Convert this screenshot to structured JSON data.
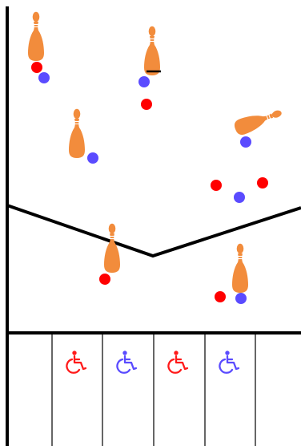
{
  "scene": {
    "background": "#ffffff",
    "colors": {
      "line": "#000000",
      "stall_divider": "#000000",
      "pin_body": "#f28c3c",
      "pin_stripe": "#ffffff",
      "ball_red": "#ff0000",
      "ball_blue": "#5a4bff",
      "accessible_red": "#ff1a1a",
      "accessible_blue": "#5a4bff"
    }
  },
  "pins": [
    {
      "name": "pin-1",
      "orientation": "upright"
    },
    {
      "name": "pin-2",
      "orientation": "upright"
    },
    {
      "name": "pin-3",
      "orientation": "upright"
    },
    {
      "name": "pin-4",
      "orientation": "tilted"
    },
    {
      "name": "pin-5",
      "orientation": "upright"
    },
    {
      "name": "pin-6",
      "orientation": "upright"
    }
  ],
  "balls": [
    {
      "name": "ball-1",
      "color": "red"
    },
    {
      "name": "ball-2",
      "color": "blue"
    },
    {
      "name": "ball-3",
      "color": "blue"
    },
    {
      "name": "ball-4",
      "color": "red"
    },
    {
      "name": "ball-5",
      "color": "blue"
    },
    {
      "name": "ball-6",
      "color": "blue"
    },
    {
      "name": "ball-7",
      "color": "red"
    },
    {
      "name": "ball-8",
      "color": "blue"
    },
    {
      "name": "ball-9",
      "color": "red"
    },
    {
      "name": "ball-10",
      "color": "red"
    },
    {
      "name": "ball-11",
      "color": "red"
    },
    {
      "name": "ball-12",
      "color": "blue"
    }
  ],
  "stalls": [
    {
      "name": "stall-1",
      "icon": "none"
    },
    {
      "name": "stall-2",
      "icon": "wheelchair-icon",
      "icon_color": "red"
    },
    {
      "name": "stall-3",
      "icon": "wheelchair-icon",
      "icon_color": "blue"
    },
    {
      "name": "stall-4",
      "icon": "wheelchair-icon",
      "icon_color": "red"
    },
    {
      "name": "stall-5",
      "icon": "wheelchair-icon",
      "icon_color": "blue"
    },
    {
      "name": "stall-6",
      "icon": "none"
    }
  ]
}
